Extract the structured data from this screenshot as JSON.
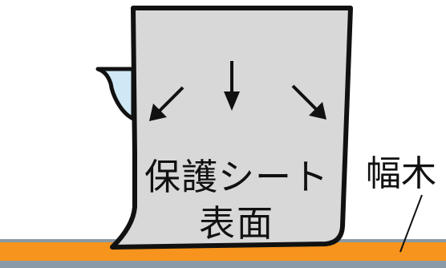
{
  "labels": {
    "sheet_line1": "保護シート",
    "sheet_line2": "表面",
    "baseboard": "幅木"
  },
  "colors": {
    "sheet_fill": "#d8d8d8",
    "outline": "#111111",
    "floor_orange": "#f7941d",
    "floor_gray": "#8a9aa6",
    "peel_blue": "#cfe8f5"
  },
  "icons": [
    "arrow-down-left-icon",
    "arrow-down-icon",
    "arrow-down-right-icon"
  ]
}
